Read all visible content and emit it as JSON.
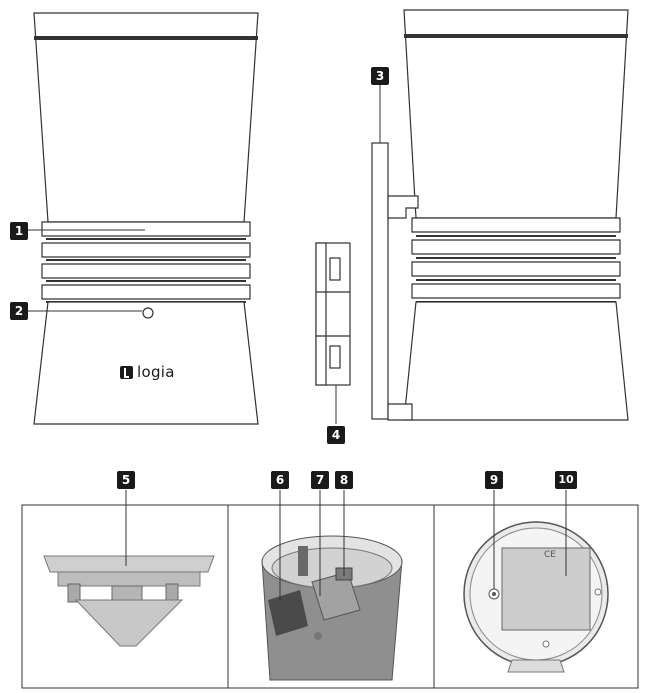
{
  "brand": {
    "logo_text": "logia"
  },
  "cert_mark": "CE",
  "callouts": [
    {
      "id": "1",
      "label": "1"
    },
    {
      "id": "2",
      "label": "2"
    },
    {
      "id": "3",
      "label": "3"
    },
    {
      "id": "4",
      "label": "4"
    },
    {
      "id": "5",
      "label": "5"
    },
    {
      "id": "6",
      "label": "6"
    },
    {
      "id": "7",
      "label": "7"
    },
    {
      "id": "8",
      "label": "8"
    },
    {
      "id": "9",
      "label": "9"
    },
    {
      "id": "10",
      "label": "10"
    }
  ],
  "colors": {
    "badge": "#1a1a1a",
    "line": "#333333",
    "light_gray": "#cfcfcf",
    "mid_gray": "#9a9a9a",
    "dark_gray": "#5a5a5a"
  }
}
